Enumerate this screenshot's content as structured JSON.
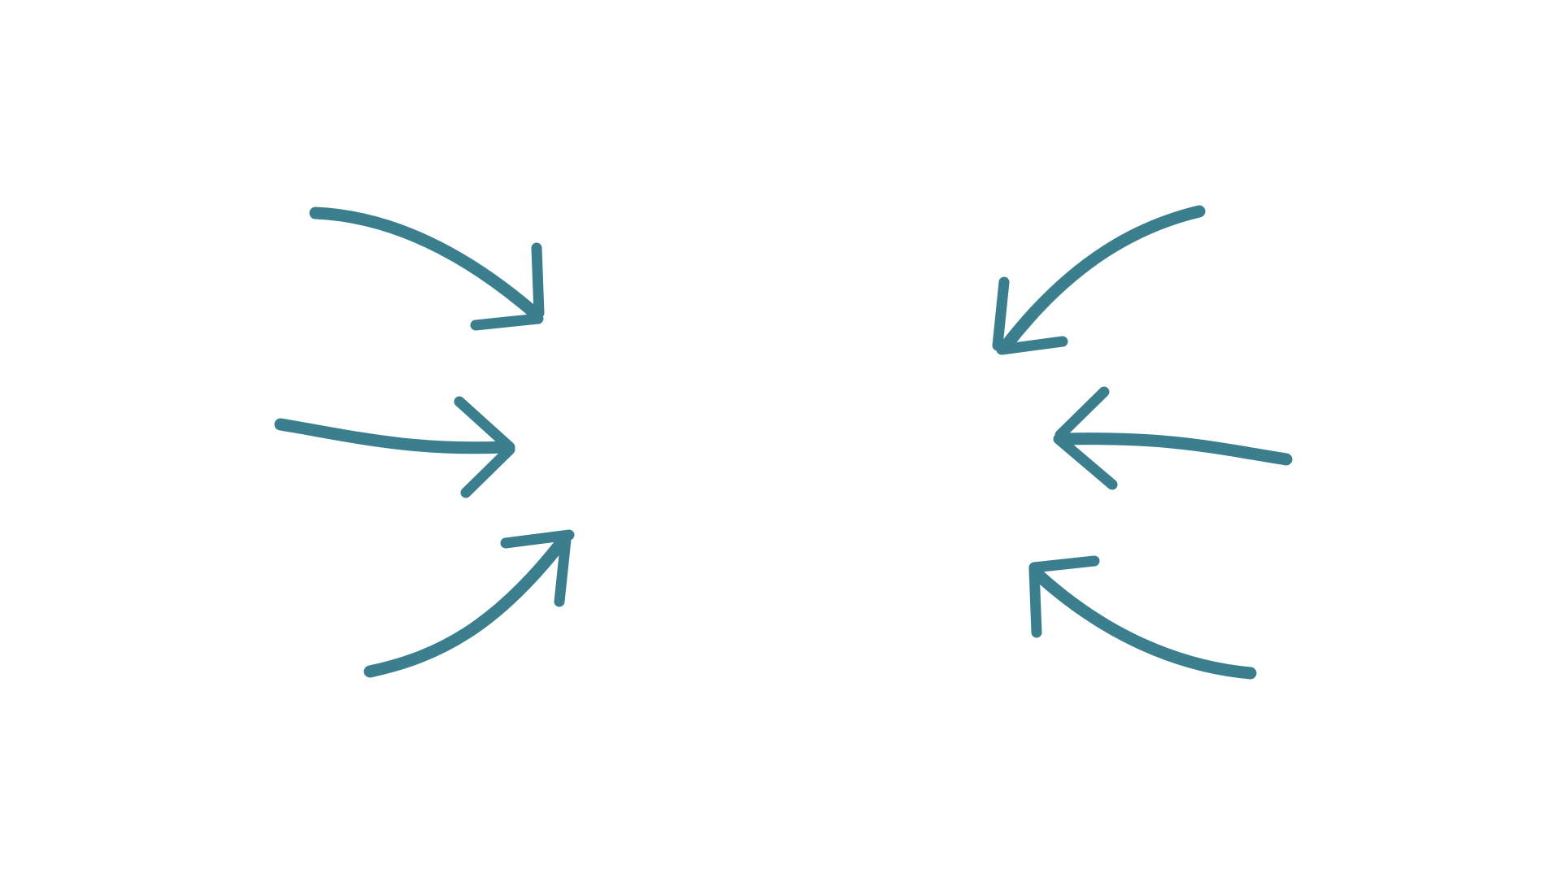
{
  "canvas": {
    "background_color": "#ffffff"
  },
  "arrows": {
    "color": "#3b7f8f",
    "items": [
      {
        "name": "arrow-top-left",
        "icon": "curved-arrow-icon",
        "points_toward": "center"
      },
      {
        "name": "arrow-middle-left",
        "icon": "straight-arrow-icon",
        "points_toward": "center"
      },
      {
        "name": "arrow-bottom-left",
        "icon": "curved-arrow-icon",
        "points_toward": "center"
      },
      {
        "name": "arrow-top-right",
        "icon": "curved-arrow-icon",
        "points_toward": "center"
      },
      {
        "name": "arrow-middle-right",
        "icon": "straight-arrow-icon",
        "points_toward": "center"
      },
      {
        "name": "arrow-bottom-right",
        "icon": "curved-arrow-icon",
        "points_toward": "center"
      }
    ]
  }
}
